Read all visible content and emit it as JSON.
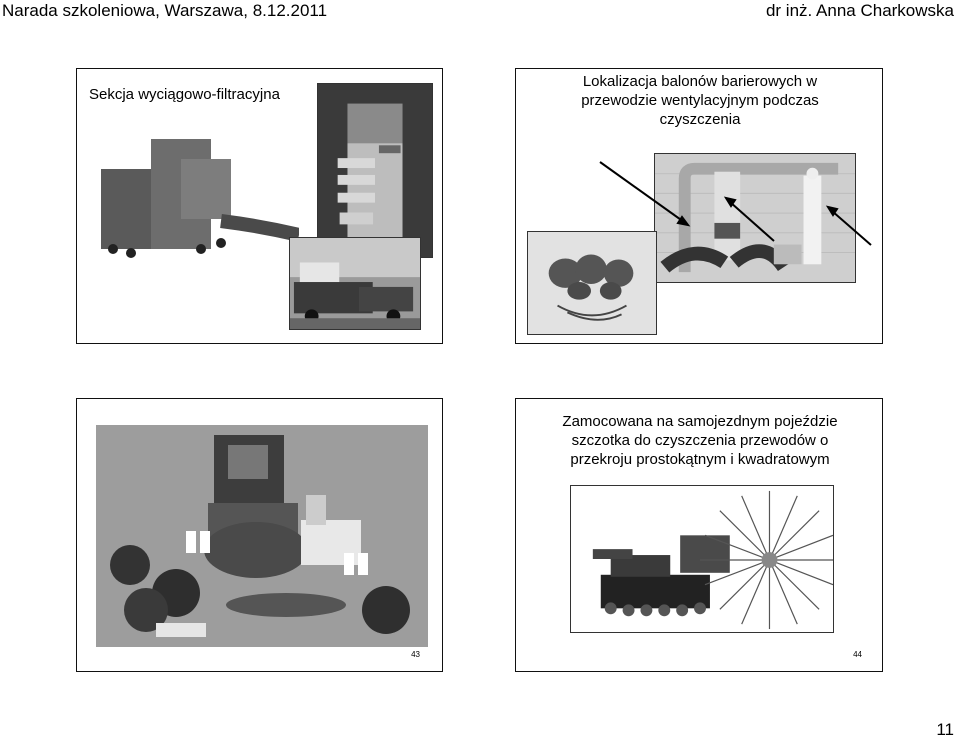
{
  "header": {
    "left": "Narada szkoleniowa, Warszawa, 8.12.2011",
    "right": "dr inż. Anna Charkowska"
  },
  "slides": [
    {
      "title": "Sekcja wyciągowo-filtracyjna",
      "number": ""
    },
    {
      "title_lines": [
        "Lokalizacja balonów barierowych w",
        "przewodzie wentylacyjnym podczas",
        "czyszczenia"
      ],
      "number": ""
    },
    {
      "title": "",
      "number": "43"
    },
    {
      "title_lines": [
        "Zamocowana na samojezdnym pojeździe",
        "szczotka do czyszczenia przewodów o",
        "przekroju prostokątnym i kwadratowym"
      ],
      "number": "44"
    }
  ],
  "page_number": "11"
}
